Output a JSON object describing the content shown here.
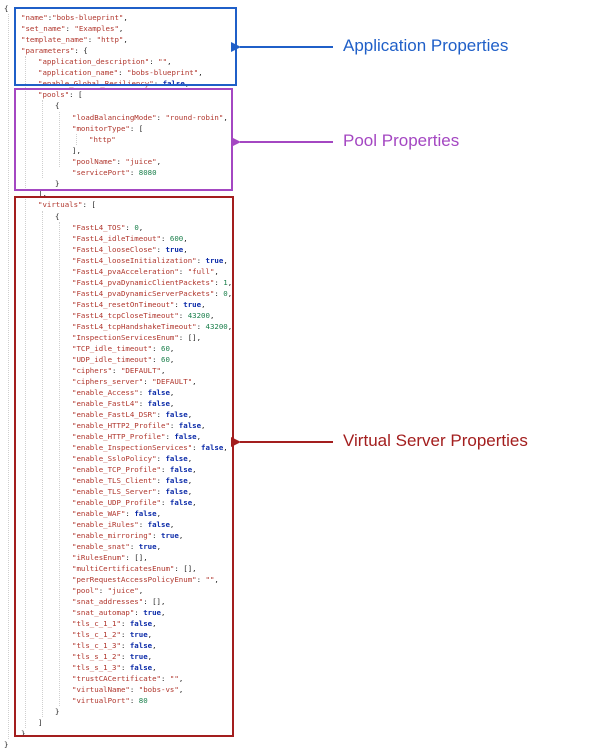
{
  "colors": {
    "app": "#1f5fc8",
    "pool": "#a447c2",
    "virtual": "#a31e1e",
    "key": "#b0362d",
    "number": "#1a7f4b",
    "boolean": "#0b2aa8"
  },
  "labels": {
    "app": "Application Properties",
    "pool": "Pool Properties",
    "virtual": "Virtual Server Properties"
  },
  "lines": [
    [
      {
        "t": "{",
        "c": "p"
      }
    ],
    [
      {
        "t": "\"name\"",
        "c": "k"
      },
      {
        "t": ":",
        "c": "p"
      },
      {
        "t": "\"bobs-blueprint\"",
        "c": "s"
      },
      {
        "t": ",",
        "c": "p"
      }
    ],
    [
      {
        "t": "\"set_name\"",
        "c": "k"
      },
      {
        "t": ": ",
        "c": "p"
      },
      {
        "t": "\"Examples\"",
        "c": "s"
      },
      {
        "t": ",",
        "c": "p"
      }
    ],
    [
      {
        "t": "\"template_name\"",
        "c": "k"
      },
      {
        "t": ": ",
        "c": "p"
      },
      {
        "t": "\"http\"",
        "c": "s"
      },
      {
        "t": ",",
        "c": "p"
      }
    ],
    [
      {
        "t": "\"parameters\"",
        "c": "k"
      },
      {
        "t": ": {",
        "c": "p"
      }
    ],
    [
      {
        "t": "\"application_description\"",
        "c": "k"
      },
      {
        "t": ": ",
        "c": "p"
      },
      {
        "t": "\"\"",
        "c": "s"
      },
      {
        "t": ",",
        "c": "p"
      }
    ],
    [
      {
        "t": "\"application_name\"",
        "c": "k"
      },
      {
        "t": ": ",
        "c": "p"
      },
      {
        "t": "\"bobs-blueprint\"",
        "c": "s"
      },
      {
        "t": ",",
        "c": "p"
      }
    ],
    [
      {
        "t": "\"enable_Global_Resiliency\"",
        "c": "k"
      },
      {
        "t": ": ",
        "c": "p"
      },
      {
        "t": "false",
        "c": "b"
      },
      {
        "t": ",",
        "c": "p"
      }
    ],
    [
      {
        "t": "\"pools\"",
        "c": "k"
      },
      {
        "t": ": [",
        "c": "p"
      }
    ],
    [
      {
        "t": "{",
        "c": "p"
      }
    ],
    [
      {
        "t": "\"loadBalancingMode\"",
        "c": "k"
      },
      {
        "t": ": ",
        "c": "p"
      },
      {
        "t": "\"round-robin\"",
        "c": "s"
      },
      {
        "t": ",",
        "c": "p"
      }
    ],
    [
      {
        "t": "\"monitorType\"",
        "c": "k"
      },
      {
        "t": ": [",
        "c": "p"
      }
    ],
    [
      {
        "t": "\"http\"",
        "c": "s"
      }
    ],
    [
      {
        "t": "],",
        "c": "p"
      }
    ],
    [
      {
        "t": "\"poolName\"",
        "c": "k"
      },
      {
        "t": ": ",
        "c": "p"
      },
      {
        "t": "\"juice\"",
        "c": "s"
      },
      {
        "t": ",",
        "c": "p"
      }
    ],
    [
      {
        "t": "\"servicePort\"",
        "c": "k"
      },
      {
        "t": ": ",
        "c": "p"
      },
      {
        "t": "8080",
        "c": "n"
      }
    ],
    [
      {
        "t": "}",
        "c": "p"
      }
    ],
    [
      {
        "t": "],",
        "c": "p"
      }
    ],
    [
      {
        "t": "\"virtuals\"",
        "c": "k"
      },
      {
        "t": ": [",
        "c": "p"
      }
    ],
    [
      {
        "t": "{",
        "c": "p"
      }
    ],
    [
      {
        "t": "\"FastL4_TOS\"",
        "c": "k"
      },
      {
        "t": ": ",
        "c": "p"
      },
      {
        "t": "0",
        "c": "n"
      },
      {
        "t": ",",
        "c": "p"
      }
    ],
    [
      {
        "t": "\"FastL4_idleTimeout\"",
        "c": "k"
      },
      {
        "t": ": ",
        "c": "p"
      },
      {
        "t": "600",
        "c": "n"
      },
      {
        "t": ",",
        "c": "p"
      }
    ],
    [
      {
        "t": "\"FastL4_looseClose\"",
        "c": "k"
      },
      {
        "t": ": ",
        "c": "p"
      },
      {
        "t": "true",
        "c": "b"
      },
      {
        "t": ",",
        "c": "p"
      }
    ],
    [
      {
        "t": "\"FastL4_looseInitialization\"",
        "c": "k"
      },
      {
        "t": ": ",
        "c": "p"
      },
      {
        "t": "true",
        "c": "b"
      },
      {
        "t": ",",
        "c": "p"
      }
    ],
    [
      {
        "t": "\"FastL4_pvaAcceleration\"",
        "c": "k"
      },
      {
        "t": ": ",
        "c": "p"
      },
      {
        "t": "\"full\"",
        "c": "s"
      },
      {
        "t": ",",
        "c": "p"
      }
    ],
    [
      {
        "t": "\"FastL4_pvaDynamicClientPackets\"",
        "c": "k"
      },
      {
        "t": ": ",
        "c": "p"
      },
      {
        "t": "1",
        "c": "n"
      },
      {
        "t": ",",
        "c": "p"
      }
    ],
    [
      {
        "t": "\"FastL4_pvaDynamicServerPackets\"",
        "c": "k"
      },
      {
        "t": ": ",
        "c": "p"
      },
      {
        "t": "0",
        "c": "n"
      },
      {
        "t": ",",
        "c": "p"
      }
    ],
    [
      {
        "t": "\"FastL4_resetOnTimeout\"",
        "c": "k"
      },
      {
        "t": ": ",
        "c": "p"
      },
      {
        "t": "true",
        "c": "b"
      },
      {
        "t": ",",
        "c": "p"
      }
    ],
    [
      {
        "t": "\"FastL4_tcpCloseTimeout\"",
        "c": "k"
      },
      {
        "t": ": ",
        "c": "p"
      },
      {
        "t": "43200",
        "c": "n"
      },
      {
        "t": ",",
        "c": "p"
      }
    ],
    [
      {
        "t": "\"FastL4_tcpHandshakeTimeout\"",
        "c": "k"
      },
      {
        "t": ": ",
        "c": "p"
      },
      {
        "t": "43200",
        "c": "n"
      },
      {
        "t": ",",
        "c": "p"
      }
    ],
    [
      {
        "t": "\"InspectionServicesEnum\"",
        "c": "k"
      },
      {
        "t": ": [],",
        "c": "p"
      }
    ],
    [
      {
        "t": "\"TCP_idle_timeout\"",
        "c": "k"
      },
      {
        "t": ": ",
        "c": "p"
      },
      {
        "t": "60",
        "c": "n"
      },
      {
        "t": ",",
        "c": "p"
      }
    ],
    [
      {
        "t": "\"UDP_idle_timeout\"",
        "c": "k"
      },
      {
        "t": ": ",
        "c": "p"
      },
      {
        "t": "60",
        "c": "n"
      },
      {
        "t": ",",
        "c": "p"
      }
    ],
    [
      {
        "t": "\"ciphers\"",
        "c": "k"
      },
      {
        "t": ": ",
        "c": "p"
      },
      {
        "t": "\"DEFAULT\"",
        "c": "s"
      },
      {
        "t": ",",
        "c": "p"
      }
    ],
    [
      {
        "t": "\"ciphers_server\"",
        "c": "k"
      },
      {
        "t": ": ",
        "c": "p"
      },
      {
        "t": "\"DEFAULT\"",
        "c": "s"
      },
      {
        "t": ",",
        "c": "p"
      }
    ],
    [
      {
        "t": "\"enable_Access\"",
        "c": "k"
      },
      {
        "t": ": ",
        "c": "p"
      },
      {
        "t": "false",
        "c": "b"
      },
      {
        "t": ",",
        "c": "p"
      }
    ],
    [
      {
        "t": "\"enable_FastL4\"",
        "c": "k"
      },
      {
        "t": ": ",
        "c": "p"
      },
      {
        "t": "false",
        "c": "b"
      },
      {
        "t": ",",
        "c": "p"
      }
    ],
    [
      {
        "t": "\"enable_FastL4_DSR\"",
        "c": "k"
      },
      {
        "t": ": ",
        "c": "p"
      },
      {
        "t": "false",
        "c": "b"
      },
      {
        "t": ",",
        "c": "p"
      }
    ],
    [
      {
        "t": "\"enable_HTTP2_Profile\"",
        "c": "k"
      },
      {
        "t": ": ",
        "c": "p"
      },
      {
        "t": "false",
        "c": "b"
      },
      {
        "t": ",",
        "c": "p"
      }
    ],
    [
      {
        "t": "\"enable_HTTP_Profile\"",
        "c": "k"
      },
      {
        "t": ": ",
        "c": "p"
      },
      {
        "t": "false",
        "c": "b"
      },
      {
        "t": ",",
        "c": "p"
      }
    ],
    [
      {
        "t": "\"enable_InspectionServices\"",
        "c": "k"
      },
      {
        "t": ": ",
        "c": "p"
      },
      {
        "t": "false",
        "c": "b"
      },
      {
        "t": ",",
        "c": "p"
      }
    ],
    [
      {
        "t": "\"enable_SsloPolicy\"",
        "c": "k"
      },
      {
        "t": ": ",
        "c": "p"
      },
      {
        "t": "false",
        "c": "b"
      },
      {
        "t": ",",
        "c": "p"
      }
    ],
    [
      {
        "t": "\"enable_TCP_Profile\"",
        "c": "k"
      },
      {
        "t": ": ",
        "c": "p"
      },
      {
        "t": "false",
        "c": "b"
      },
      {
        "t": ",",
        "c": "p"
      }
    ],
    [
      {
        "t": "\"enable_TLS_Client\"",
        "c": "k"
      },
      {
        "t": ": ",
        "c": "p"
      },
      {
        "t": "false",
        "c": "b"
      },
      {
        "t": ",",
        "c": "p"
      }
    ],
    [
      {
        "t": "\"enable_TLS_Server\"",
        "c": "k"
      },
      {
        "t": ": ",
        "c": "p"
      },
      {
        "t": "false",
        "c": "b"
      },
      {
        "t": ",",
        "c": "p"
      }
    ],
    [
      {
        "t": "\"enable_UDP_Profile\"",
        "c": "k"
      },
      {
        "t": ": ",
        "c": "p"
      },
      {
        "t": "false",
        "c": "b"
      },
      {
        "t": ",",
        "c": "p"
      }
    ],
    [
      {
        "t": "\"enable_WAF\"",
        "c": "k"
      },
      {
        "t": ": ",
        "c": "p"
      },
      {
        "t": "false",
        "c": "b"
      },
      {
        "t": ",",
        "c": "p"
      }
    ],
    [
      {
        "t": "\"enable_iRules\"",
        "c": "k"
      },
      {
        "t": ": ",
        "c": "p"
      },
      {
        "t": "false",
        "c": "b"
      },
      {
        "t": ",",
        "c": "p"
      }
    ],
    [
      {
        "t": "\"enable_mirroring\"",
        "c": "k"
      },
      {
        "t": ": ",
        "c": "p"
      },
      {
        "t": "true",
        "c": "b"
      },
      {
        "t": ",",
        "c": "p"
      }
    ],
    [
      {
        "t": "\"enable_snat\"",
        "c": "k"
      },
      {
        "t": ": ",
        "c": "p"
      },
      {
        "t": "true",
        "c": "b"
      },
      {
        "t": ",",
        "c": "p"
      }
    ],
    [
      {
        "t": "\"iRulesEnum\"",
        "c": "k"
      },
      {
        "t": ": [],",
        "c": "p"
      }
    ],
    [
      {
        "t": "\"multiCertificatesEnum\"",
        "c": "k"
      },
      {
        "t": ": [],",
        "c": "p"
      }
    ],
    [
      {
        "t": "\"perRequestAccessPolicyEnum\"",
        "c": "k"
      },
      {
        "t": ": ",
        "c": "p"
      },
      {
        "t": "\"\"",
        "c": "s"
      },
      {
        "t": ",",
        "c": "p"
      }
    ],
    [
      {
        "t": "\"pool\"",
        "c": "k"
      },
      {
        "t": ": ",
        "c": "p"
      },
      {
        "t": "\"juice\"",
        "c": "s"
      },
      {
        "t": ",",
        "c": "p"
      }
    ],
    [
      {
        "t": "\"snat_addresses\"",
        "c": "k"
      },
      {
        "t": ": [],",
        "c": "p"
      }
    ],
    [
      {
        "t": "\"snat_automap\"",
        "c": "k"
      },
      {
        "t": ": ",
        "c": "p"
      },
      {
        "t": "true",
        "c": "b"
      },
      {
        "t": ",",
        "c": "p"
      }
    ],
    [
      {
        "t": "\"tls_c_1_1\"",
        "c": "k"
      },
      {
        "t": ": ",
        "c": "p"
      },
      {
        "t": "false",
        "c": "b"
      },
      {
        "t": ",",
        "c": "p"
      }
    ],
    [
      {
        "t": "\"tls_c_1_2\"",
        "c": "k"
      },
      {
        "t": ": ",
        "c": "p"
      },
      {
        "t": "true",
        "c": "b"
      },
      {
        "t": ",",
        "c": "p"
      }
    ],
    [
      {
        "t": "\"tls_c_1_3\"",
        "c": "k"
      },
      {
        "t": ": ",
        "c": "p"
      },
      {
        "t": "false",
        "c": "b"
      },
      {
        "t": ",",
        "c": "p"
      }
    ],
    [
      {
        "t": "\"tls_s_1_2\"",
        "c": "k"
      },
      {
        "t": ": ",
        "c": "p"
      },
      {
        "t": "true",
        "c": "b"
      },
      {
        "t": ",",
        "c": "p"
      }
    ],
    [
      {
        "t": "\"tls_s_1_3\"",
        "c": "k"
      },
      {
        "t": ": ",
        "c": "p"
      },
      {
        "t": "false",
        "c": "b"
      },
      {
        "t": ",",
        "c": "p"
      }
    ],
    [
      {
        "t": "\"trustCACertificate\"",
        "c": "k"
      },
      {
        "t": ": ",
        "c": "p"
      },
      {
        "t": "\"\"",
        "c": "s"
      },
      {
        "t": ",",
        "c": "p"
      }
    ],
    [
      {
        "t": "\"virtualName\"",
        "c": "k"
      },
      {
        "t": ": ",
        "c": "p"
      },
      {
        "t": "\"bobs-vs\"",
        "c": "s"
      },
      {
        "t": ",",
        "c": "p"
      }
    ],
    [
      {
        "t": "\"virtualPort\"",
        "c": "k"
      },
      {
        "t": ": ",
        "c": "p"
      },
      {
        "t": "80",
        "c": "n"
      }
    ],
    [
      {
        "t": "}",
        "c": "p"
      }
    ],
    [
      {
        "t": "]",
        "c": "p"
      }
    ],
    [
      {
        "t": "}",
        "c": "p"
      }
    ],
    [
      {
        "t": "}",
        "c": "p"
      }
    ]
  ]
}
